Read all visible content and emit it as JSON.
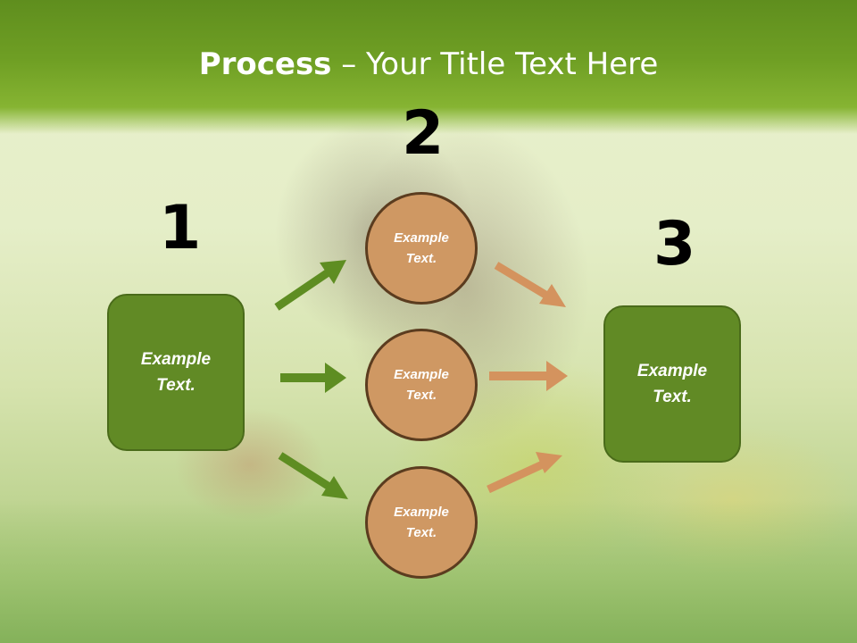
{
  "title": {
    "strong": "Process",
    "rest": " – Your Title Text Here"
  },
  "numbers": [
    "1",
    "2",
    "3"
  ],
  "boxes": {
    "left": "Example\nText.",
    "right": "Example\nText."
  },
  "circles": [
    "Example\nText.",
    "Example\nText.",
    "Example\nText."
  ],
  "colors": {
    "header": "#6f9f24",
    "box_fill": "#618a25",
    "circle_fill": "#cf9863",
    "circle_border": "#5b3c1f",
    "green_arrow": "#5e8d22",
    "orange_arrow": "#d4935e"
  }
}
